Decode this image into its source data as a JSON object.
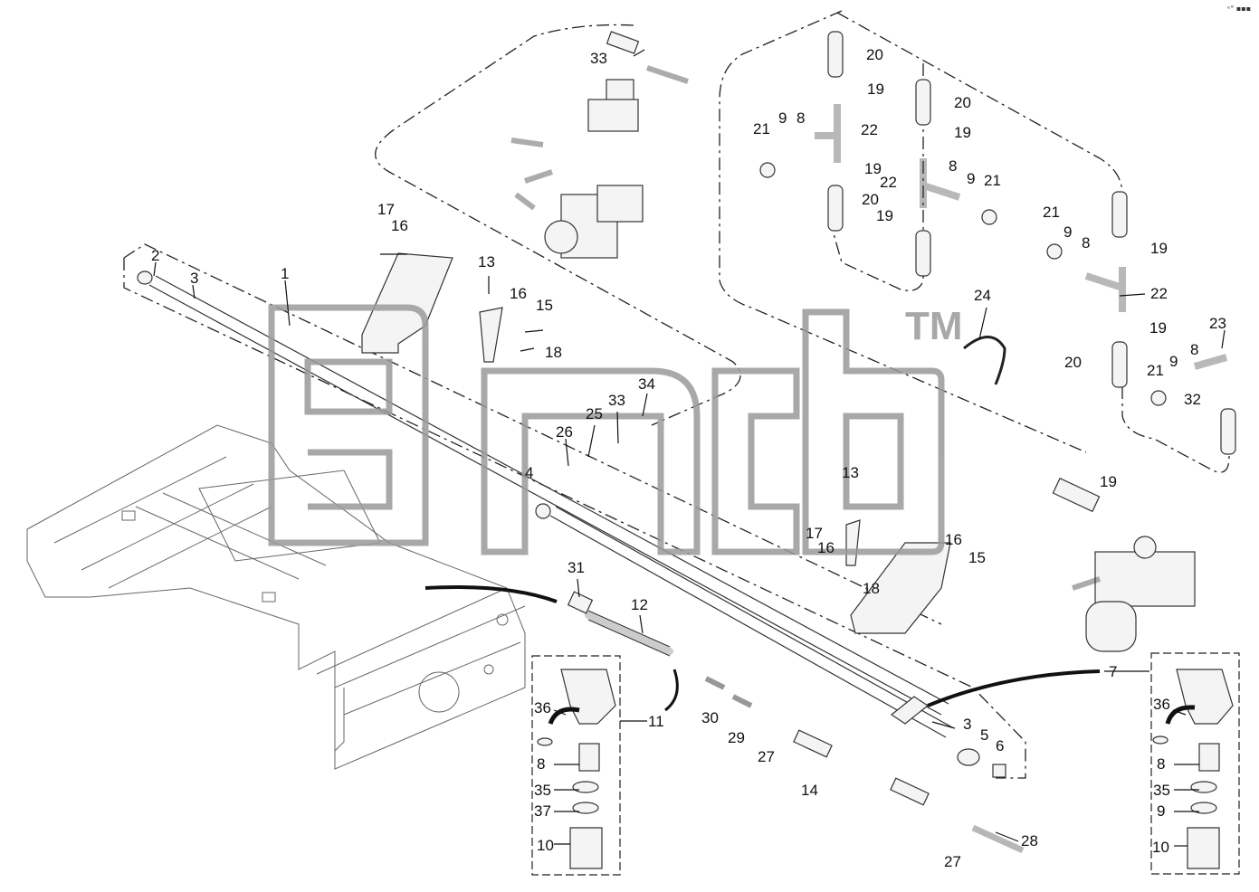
{
  "corner_mark": "ᵉ° ▪▪▪",
  "watermark": {
    "text": "TM"
  },
  "callouts": {
    "c1": "1",
    "c2": "2",
    "c3a": "3",
    "c3b": "3",
    "c4": "4",
    "c5": "5",
    "c6": "6",
    "c7": "7",
    "c8a": "8",
    "c8b": "8",
    "c8c": "8",
    "c8d": "8",
    "c8e": "8",
    "c8f": "8",
    "c9a": "9",
    "c9b": "9",
    "c9c": "9",
    "c9d": "9",
    "c9e": "9",
    "c10a": "10",
    "c10b": "10",
    "c11": "11",
    "c12": "12",
    "c13a": "13",
    "c13b": "13",
    "c14": "14",
    "c15a": "15",
    "c15b": "15",
    "c16a": "16",
    "c16b": "16",
    "c16c": "16",
    "c16d": "16",
    "c17a": "17",
    "c17b": "17",
    "c18a": "18",
    "c18b": "18",
    "c19a": "19",
    "c19b": "19",
    "c19c": "19",
    "c19d": "19",
    "c19e": "19",
    "c19f": "19",
    "c19g": "19",
    "c20a": "20",
    "c20b": "20",
    "c20c": "20",
    "c20d": "20",
    "c21a": "21",
    "c21b": "21",
    "c21c": "21",
    "c21d": "21",
    "c22a": "22",
    "c22b": "22",
    "c22c": "22",
    "c23": "23",
    "c24": "24",
    "c25": "25",
    "c26": "26",
    "c27a": "27",
    "c27b": "27",
    "c28": "28",
    "c29": "29",
    "c30": "30",
    "c31": "31",
    "c32": "32",
    "c33a": "33",
    "c33b": "33",
    "c34": "34",
    "c35a": "35",
    "c35b": "35",
    "c36a": "36",
    "c36b": "36",
    "c37": "37"
  }
}
